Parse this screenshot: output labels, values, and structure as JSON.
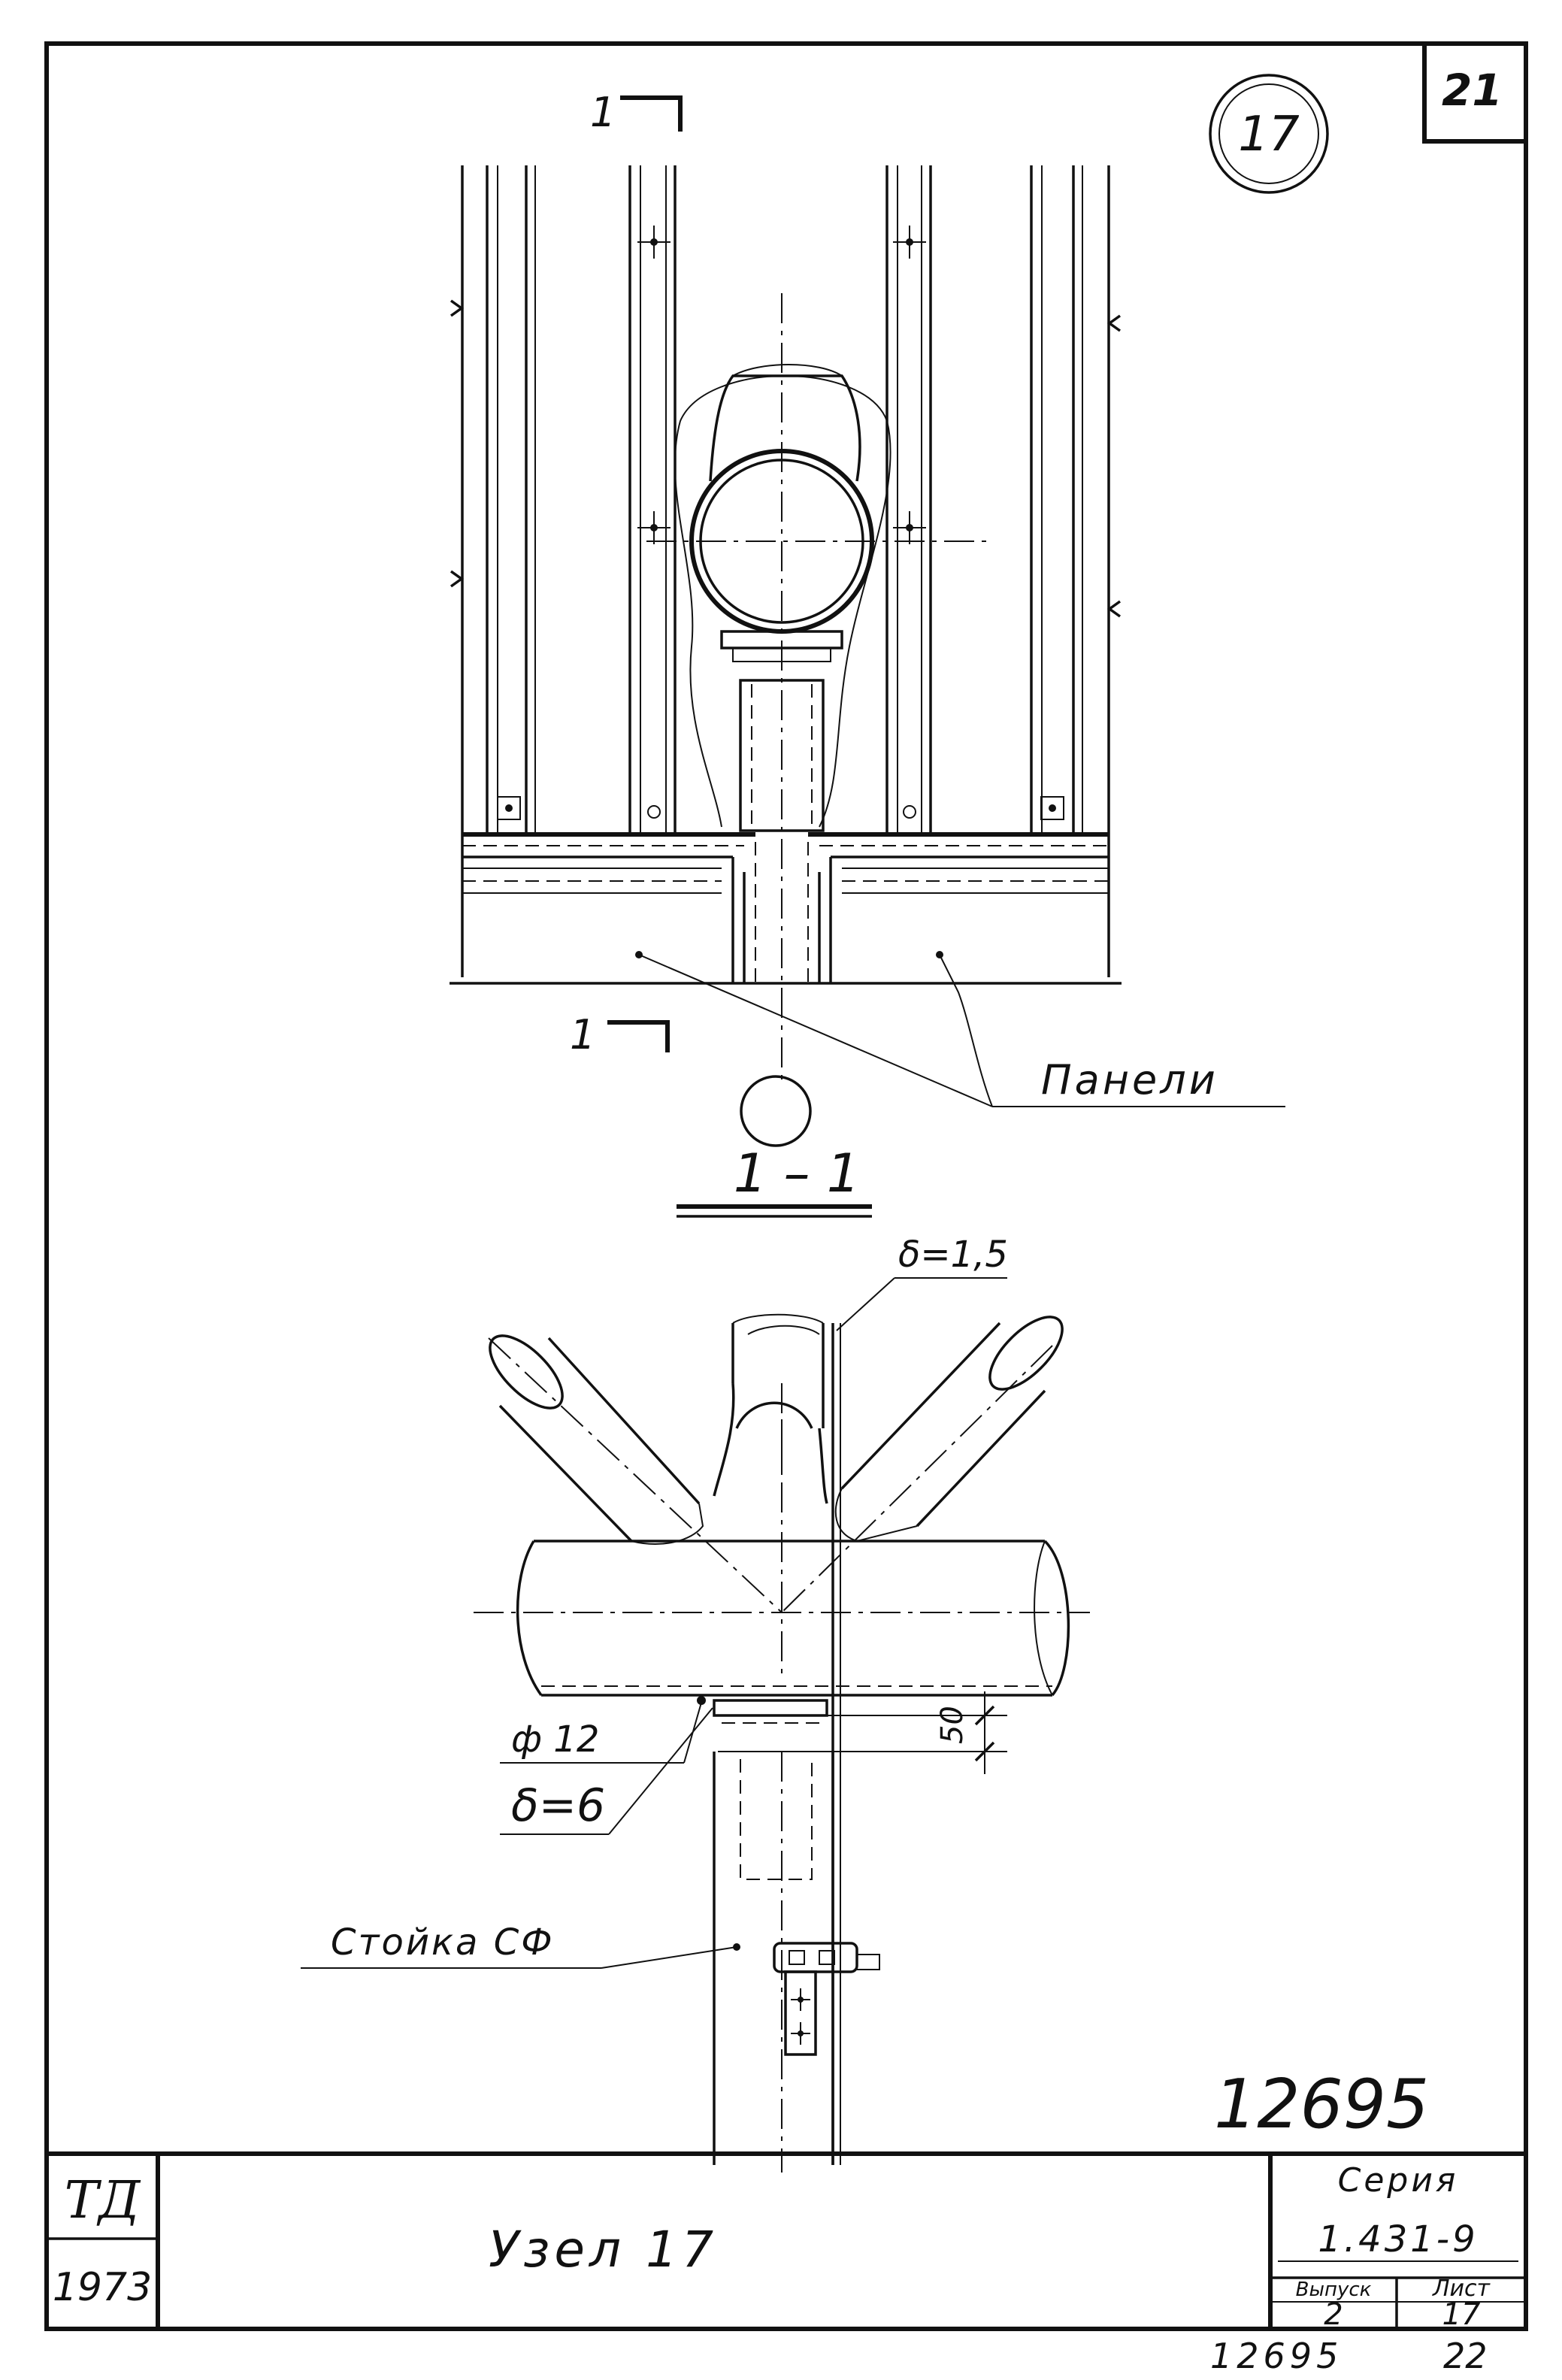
{
  "sheet": {
    "corner_sheet_number": "21",
    "node_circle_label": "17",
    "bottom_stamp": "12695"
  },
  "plan_view": {
    "section_mark_top": "1",
    "section_mark_bottom": "1",
    "callout_label": "Панели",
    "section_title": "1 – 1"
  },
  "section_view": {
    "thickness_top": "δ=1,5",
    "bolt_label": "ф 12",
    "plate_label": "δ=6",
    "dimension_50": "50",
    "column_label": "Стойка СФ"
  },
  "title_block": {
    "org": "ТД",
    "year": "1973",
    "title": "Узел 17",
    "series_label": "Серия",
    "series_value": "1.431-9",
    "issue_label": "Выпуск",
    "issue_value": "2",
    "sheet_label": "Лист",
    "sheet_value": "17",
    "footer_number": "12695",
    "footer_page": "22"
  }
}
